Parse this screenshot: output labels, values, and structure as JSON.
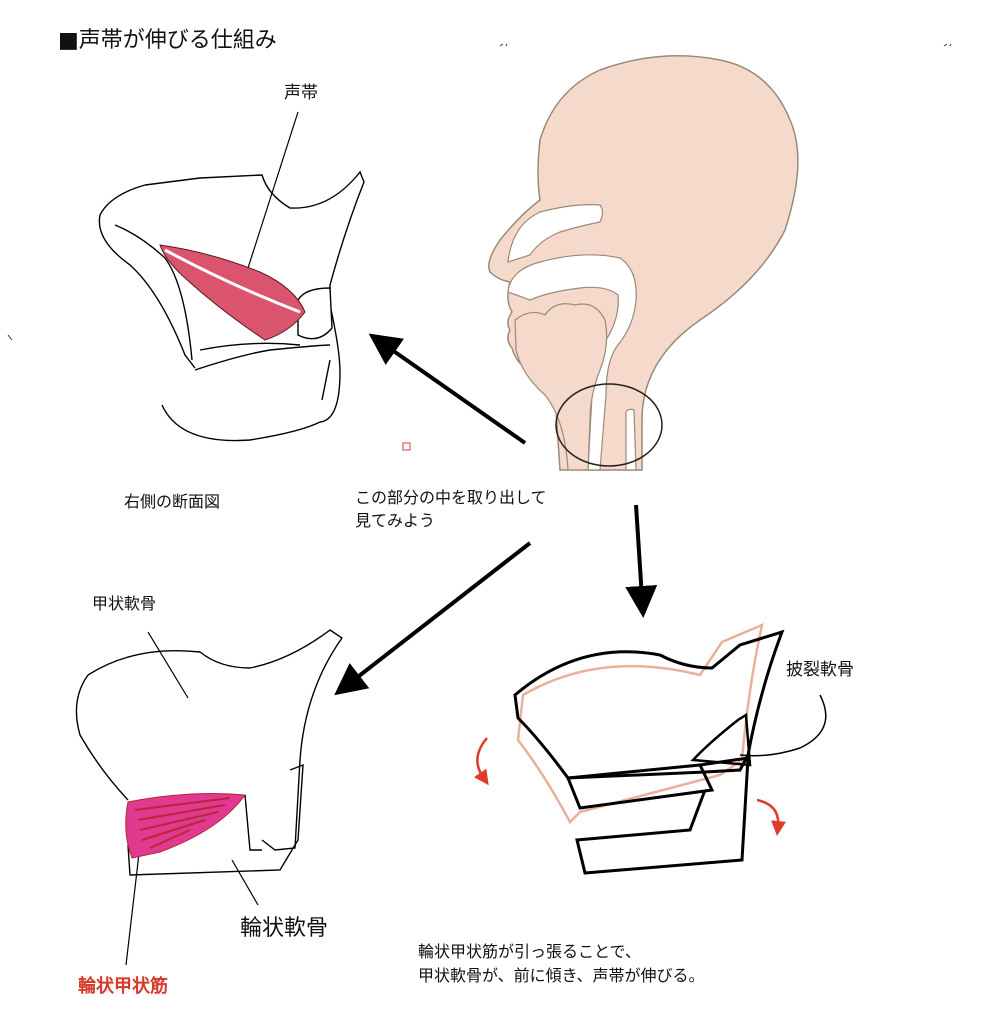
{
  "title": "■声帯が伸びる仕組み",
  "labels": {
    "vocal_cord": "声帯",
    "right_section": "右側の断面図",
    "instruction_line1": "この部分の中を取り出して",
    "instruction_line2": "見てみよう",
    "thyroid_cartilage": "甲状軟骨",
    "arytenoid_cartilage": "披裂軟骨",
    "cricoid_cartilage": "輪状軟骨",
    "cricothyroid_muscle": "輪状甲状筋"
  },
  "caption": {
    "line1": "輪状甲状筋が引っ張ることで、",
    "line2": "甲状軟骨が、前に傾き、声帯が伸びる。"
  },
  "colors": {
    "head_fill": "#f5d9cb",
    "head_stroke": "#9a8a7a",
    "vocal_cord_red": "#d9546c",
    "muscle_magenta": "#e0398f",
    "muscle_dark": "#b5283a",
    "tilted_outline": "#eab09a",
    "rotation_arrow": "#e03c2a",
    "muscle_label": "#d63a2a"
  }
}
